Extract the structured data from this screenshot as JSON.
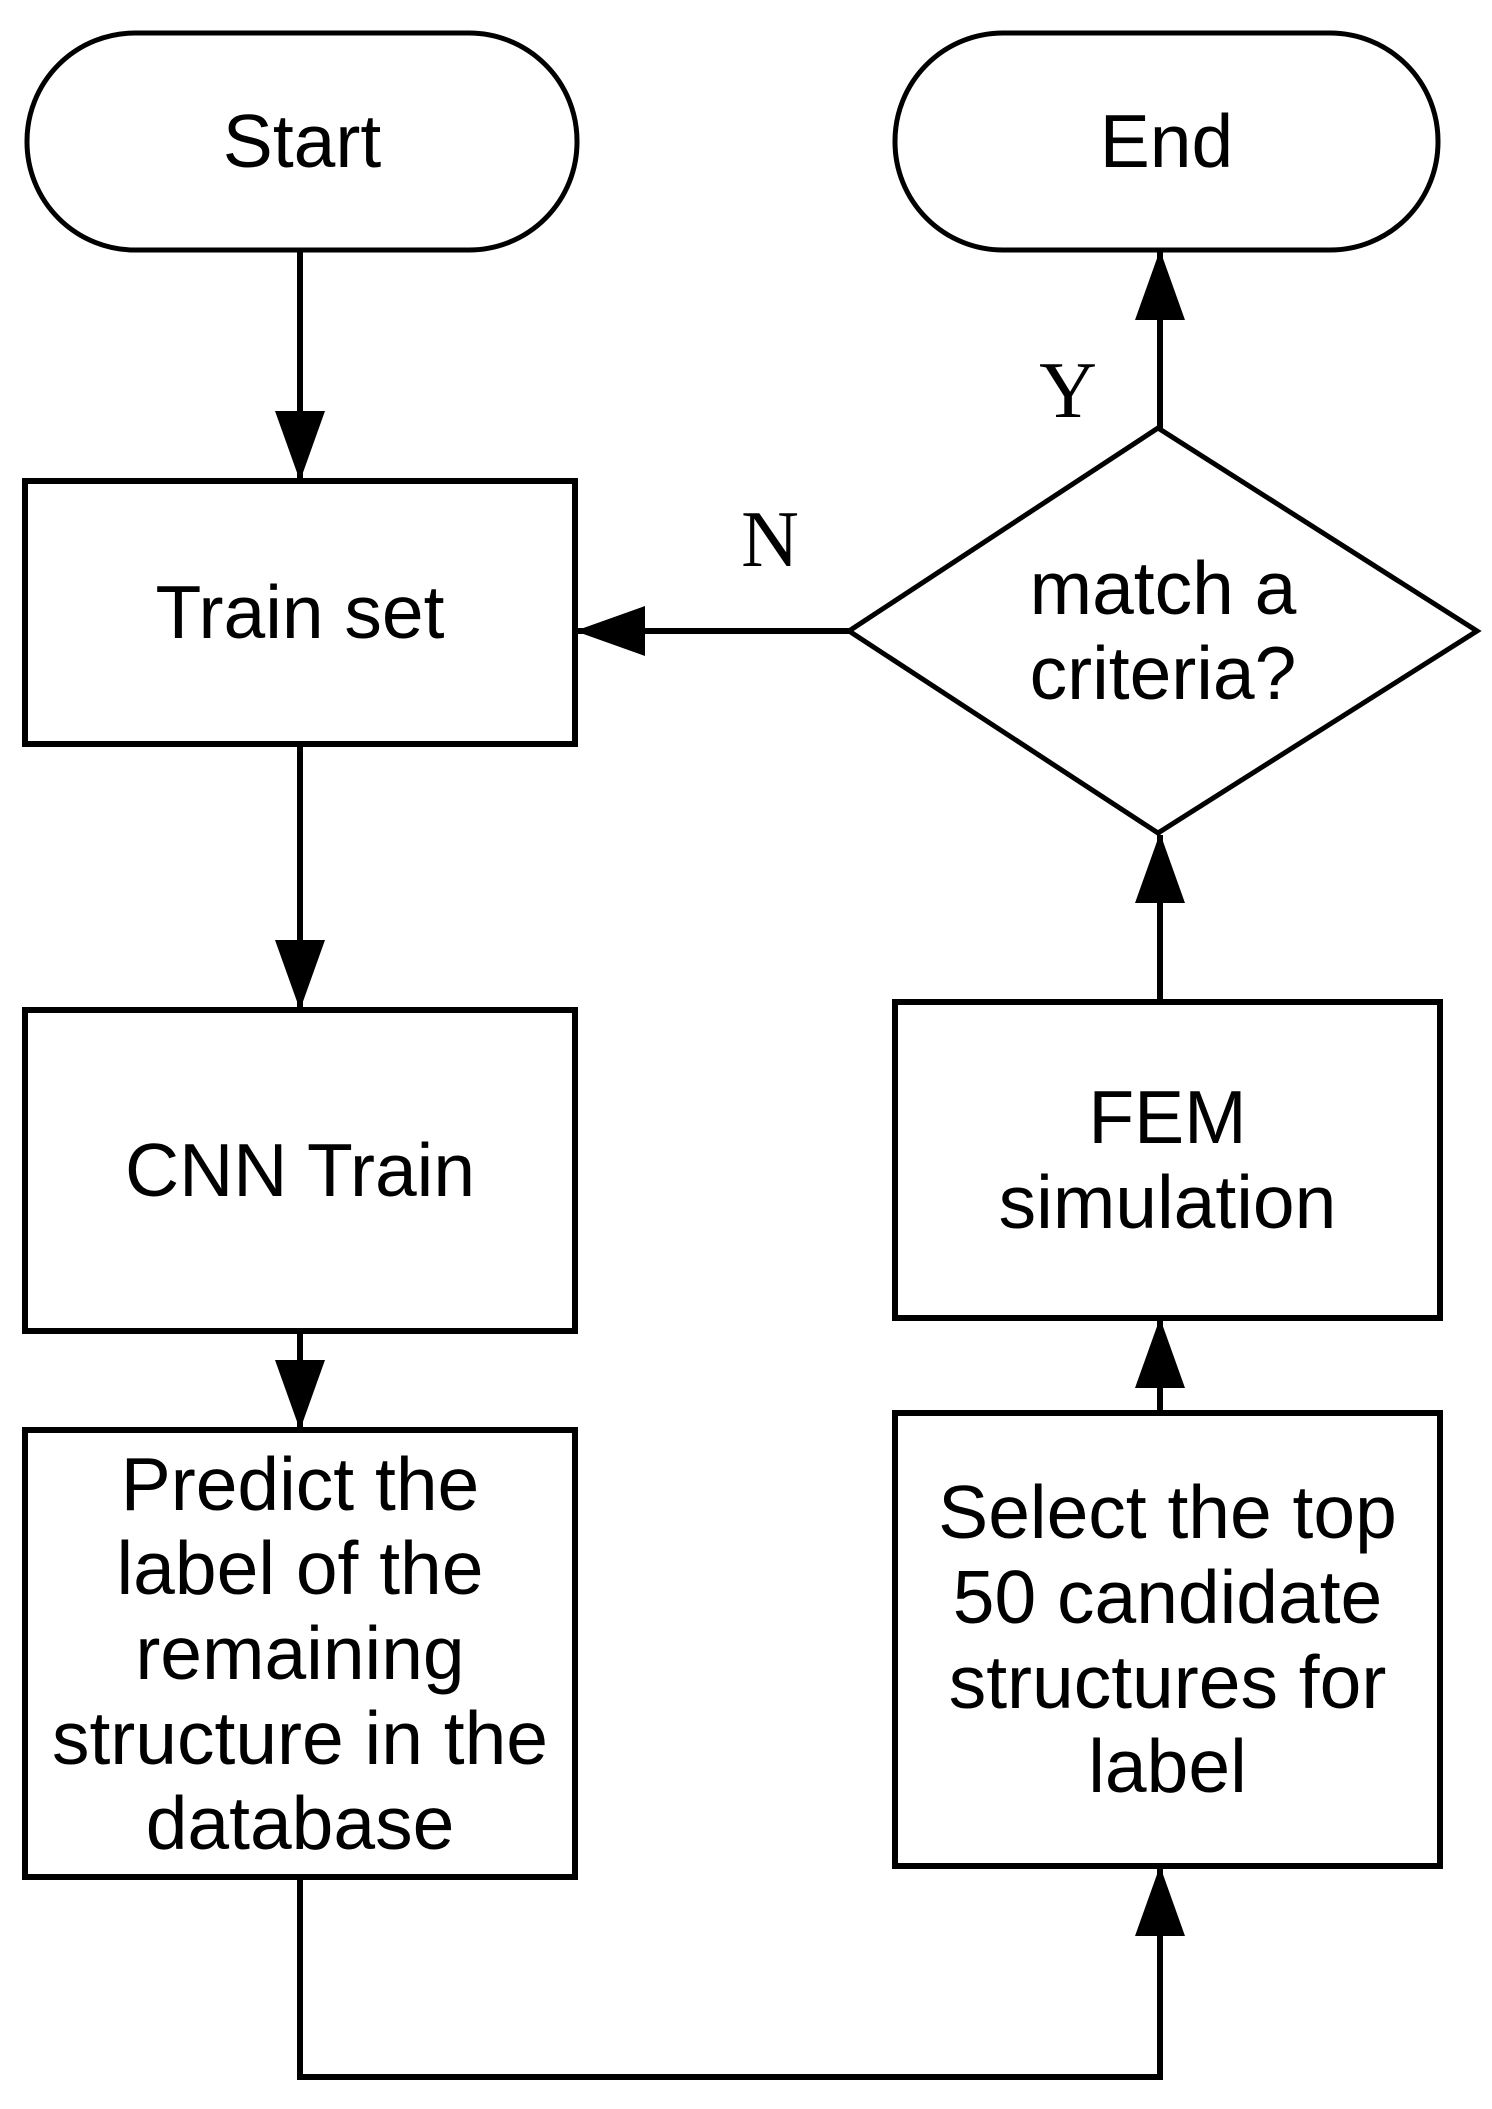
{
  "diagram": {
    "background_color": "#ffffff",
    "stroke_color": "#000000",
    "nodes": {
      "start": {
        "type": "terminator",
        "label": "Start"
      },
      "end": {
        "type": "terminator",
        "label": "End"
      },
      "train_set": {
        "type": "process",
        "label": "Train set"
      },
      "cnn_train": {
        "type": "process",
        "label": "CNN Train"
      },
      "predict": {
        "type": "process",
        "label": "Predict the\nlabel of the\nremaining\nstructure in the\ndatabase"
      },
      "decision": {
        "type": "decision",
        "label": "match a\ncriteria?"
      },
      "fem": {
        "type": "process",
        "label": "FEM\nsimulation"
      },
      "select": {
        "type": "process",
        "label": "Select the top\n50 candidate\nstructures for\nlabel"
      }
    },
    "edge_labels": {
      "yes": "Y",
      "no": "N"
    }
  }
}
